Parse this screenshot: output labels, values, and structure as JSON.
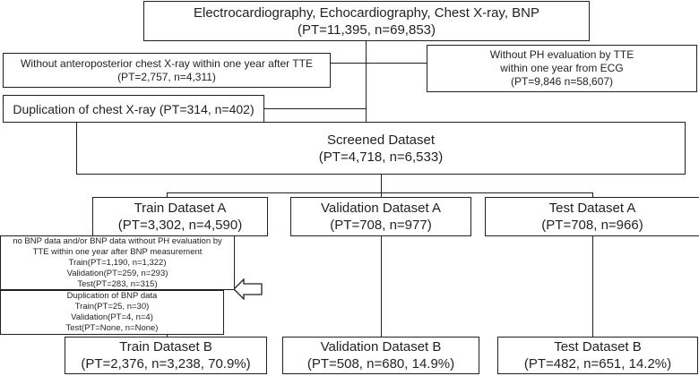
{
  "top": {
    "title": "Electrocardiography, Echocardiography, Chest X-ray, BNP",
    "counts": "(PT=11,395, n=69,853)"
  },
  "excl_xray": {
    "line1": "Without anteroposterior chest X-ray within one year after TTE",
    "line2": "(PT=2,757, n=4,311)"
  },
  "excl_ph": {
    "line1": "Without PH evaluation by TTE",
    "line2": "within one year from ECG",
    "line3": "(PT=9,846 n=58,607)"
  },
  "excl_dup_xray": {
    "line1": "Duplication of chest X-ray (PT=314, n=402)"
  },
  "screened": {
    "title": "Screened Dataset",
    "counts": "(PT=4,718, n=6,533)"
  },
  "datasets_a": [
    {
      "title": "Train Dataset A",
      "counts": "(PT=3,302, n=4,590)"
    },
    {
      "title": "Validation Dataset A",
      "counts": "(PT=708, n=977)"
    },
    {
      "title": "Test Dataset A",
      "counts": "(PT=708, n=966)"
    }
  ],
  "excl_bnp": {
    "line1": "no BNP data and/or BNP data without PH evaluation by",
    "line2": "TTE within one year after BNP measurement",
    "line3": "Train(PT=1,190, n=1,322)",
    "line4": "Validation(PT=259, n=293)",
    "line5": "Test(PT=283, n=315)"
  },
  "excl_dup_bnp": {
    "line1": "Duplication of BNP data",
    "line2": "Train(PT=25, n=30)",
    "line3": "Validation(PT=4, n=4)",
    "line4": "Test(PT=None, n=None)"
  },
  "datasets_b": [
    {
      "title": "Train Dataset B",
      "counts": "(PT=2,376, n=3,238, 70.9%)"
    },
    {
      "title": "Validation Dataset B",
      "counts": "(PT=508, n=680, 14.9%)"
    },
    {
      "title": "Test Dataset B",
      "counts": "(PT=482, n=651, 14.2%)"
    }
  ]
}
